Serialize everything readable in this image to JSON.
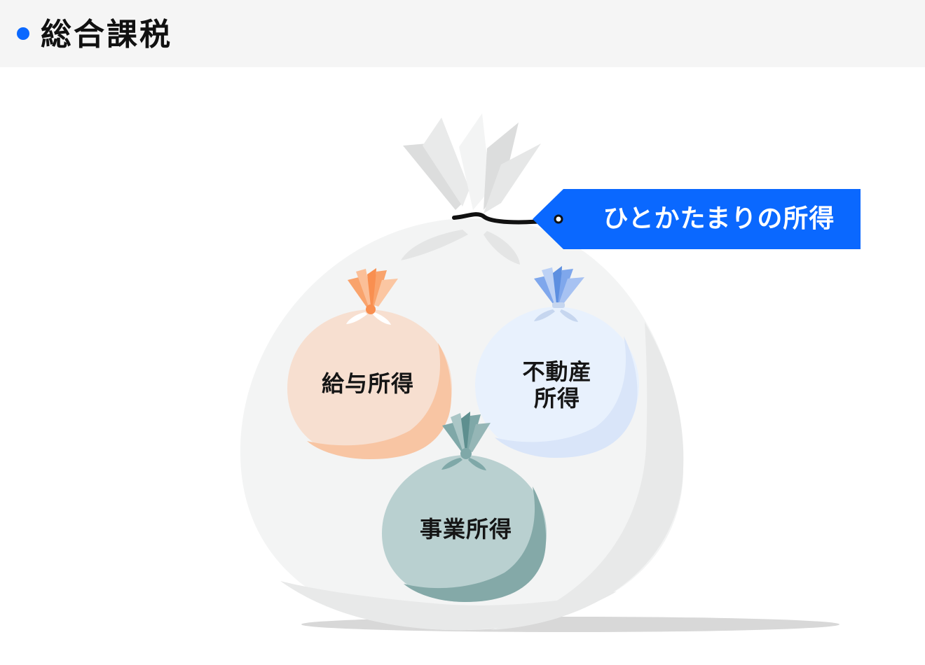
{
  "header": {
    "title": "総合課税",
    "dot_color": "#0a68ff"
  },
  "diagram": {
    "big_bag": {
      "tag_label": "ひとかたまりの所得",
      "tag_color": "#0a68ff",
      "color": "#f4f5f5"
    },
    "small_bags": [
      {
        "label": "給与所得",
        "color": "#f7dfd0",
        "accent": "#f7a878",
        "icon": "orange-bag-icon"
      },
      {
        "label_line1": "不動産",
        "label_line2": "所得",
        "color": "#e8f1fd",
        "accent": "#5d8fe0",
        "icon": "blue-bag-icon"
      },
      {
        "label": "事業所得",
        "color": "#b9d0d0",
        "accent": "#5e8f8f",
        "icon": "teal-bag-icon"
      }
    ]
  }
}
